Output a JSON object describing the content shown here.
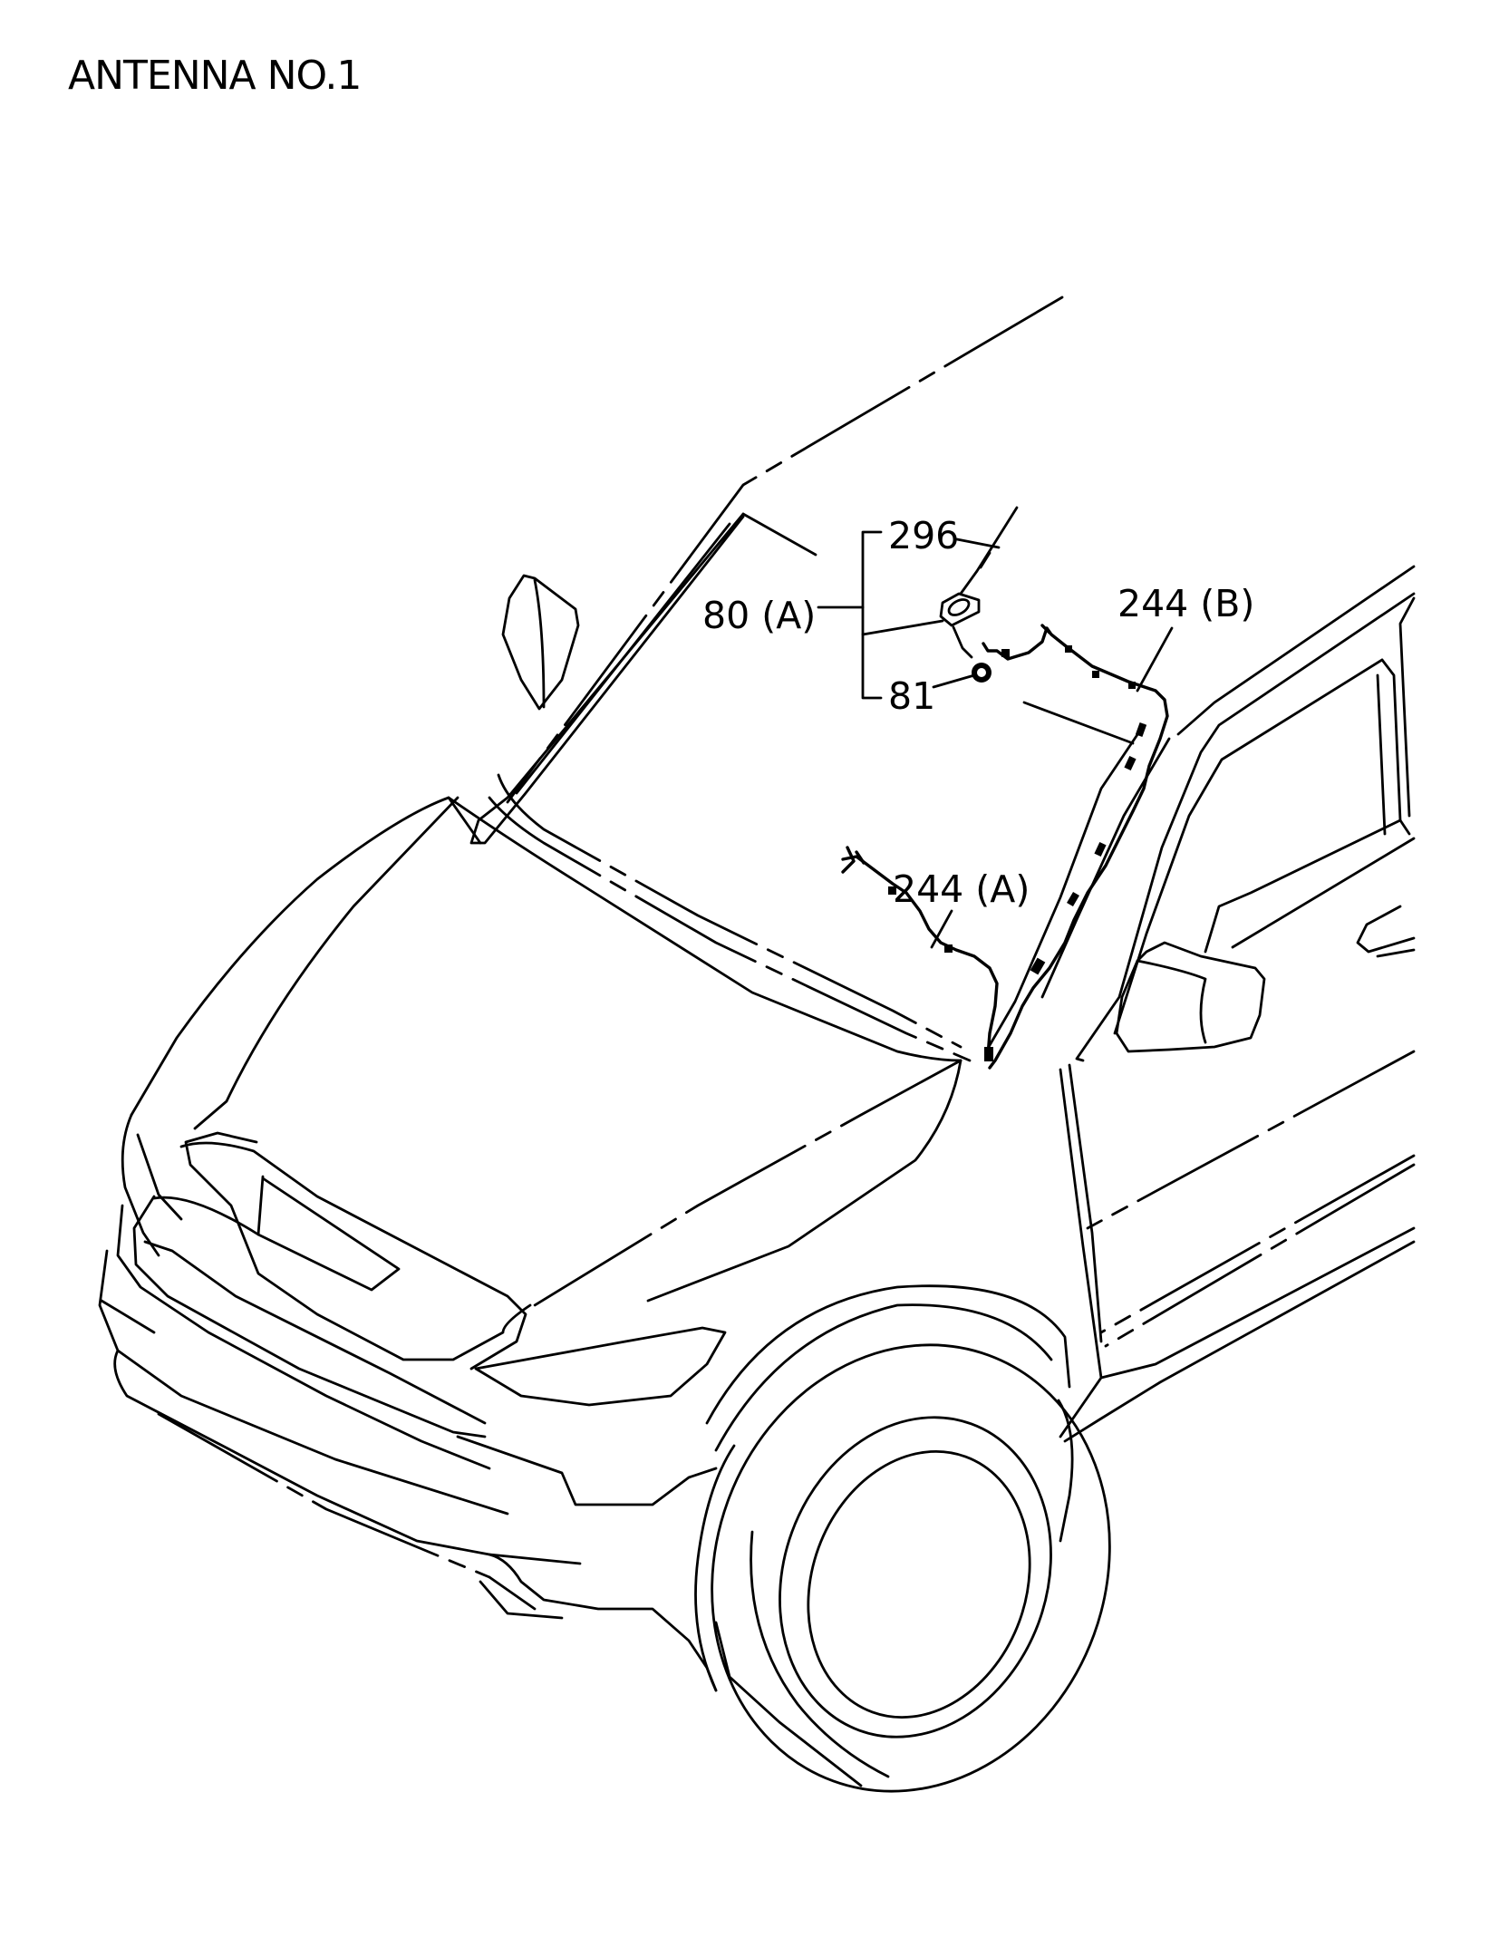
{
  "title": "ANTENNA NO.1",
  "callouts": {
    "c296": "296",
    "c80a": "80 (A)",
    "c81": "81",
    "c244b": "244 (B)",
    "c244a": "244 (A)"
  }
}
